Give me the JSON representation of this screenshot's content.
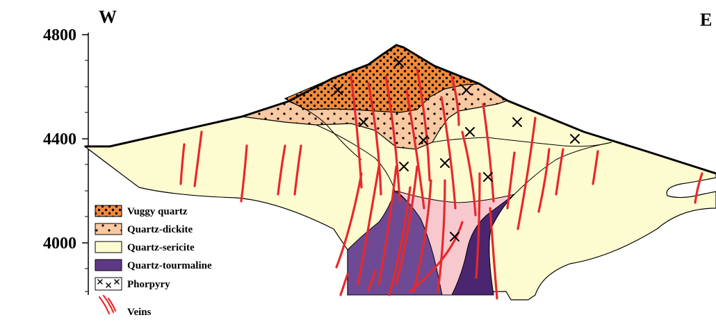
{
  "figure": {
    "directions": {
      "west": "W",
      "east": "E"
    },
    "elevation_axis": {
      "ticks": [
        "4800",
        "4400",
        "4000"
      ]
    },
    "legend": [
      {
        "id": "vuggy",
        "label": "Vuggy quartz",
        "color": "#F08A3C",
        "pattern": "dense-dots"
      },
      {
        "id": "dickite",
        "label": "Quartz-dickite",
        "color": "#F9C9A2",
        "pattern": "sparse-dots"
      },
      {
        "id": "sericite",
        "label": "Quartz-sericite",
        "color": "#FDFBD0",
        "pattern": "none"
      },
      {
        "id": "tourmaline",
        "label": "Quartz-tourmaline",
        "color": "#5E3A86",
        "pattern": "none"
      },
      {
        "id": "porphyry",
        "label": "Phorpyry",
        "color": "#F7C9CF",
        "pattern": "crosses"
      },
      {
        "id": "veins",
        "label": "Veins",
        "color": "#E8282B",
        "pattern": "lines"
      }
    ],
    "colors": {
      "vuggy": "#F08A3C",
      "dickite": "#F9C9A2",
      "sericite": "#FDFBD0",
      "tourmaline_light": "#6E4A94",
      "tourmaline_dark": "#4A2670",
      "porphyry": "#F7C9CF",
      "vein": "#E8282B"
    }
  }
}
